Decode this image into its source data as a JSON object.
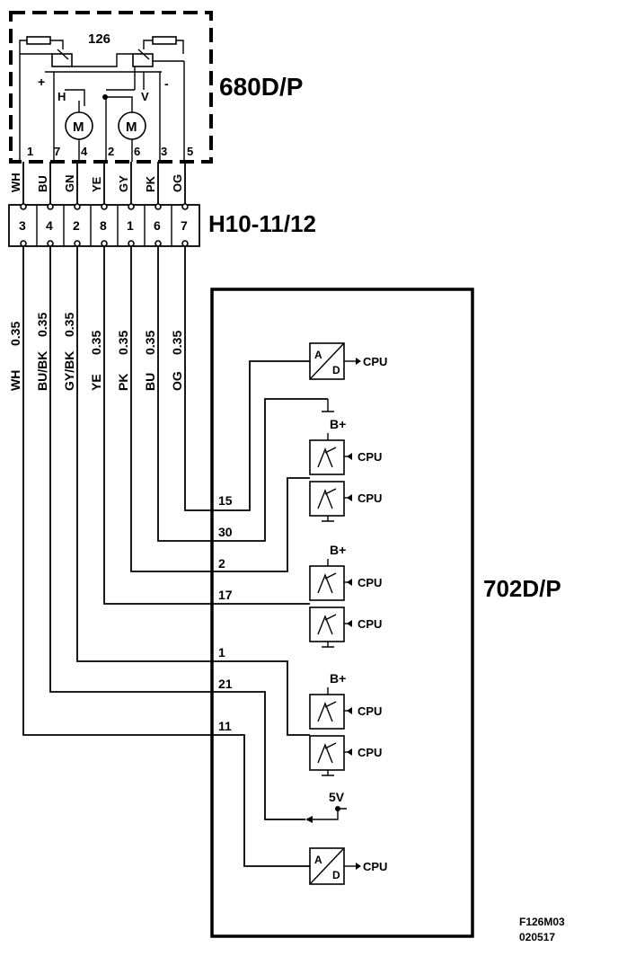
{
  "switch_unit": {
    "label": "680D/P",
    "number": "126",
    "plus": "+",
    "minus": "-",
    "motor_symbol": "M",
    "h_label": "H",
    "v_label": "V",
    "pins": [
      "1",
      "7",
      "4",
      "2",
      "6",
      "3",
      "5"
    ]
  },
  "connector": {
    "label": "H10-11/12",
    "top_colors": [
      "WH",
      "BU",
      "GN",
      "YE",
      "GY",
      "PK",
      "OG"
    ],
    "pins": [
      "3",
      "4",
      "2",
      "8",
      "1",
      "6",
      "7"
    ]
  },
  "wires": [
    {
      "color": "WH",
      "size": "0.35"
    },
    {
      "color": "BU/BK",
      "size": "0.35"
    },
    {
      "color": "GY/BK",
      "size": "0.35"
    },
    {
      "color": "YE",
      "size": "0.35"
    },
    {
      "color": "PK",
      "size": "0.35"
    },
    {
      "color": "BU",
      "size": "0.35"
    },
    {
      "color": "OG",
      "size": "0.35"
    }
  ],
  "module": {
    "label": "702D/P",
    "terminals": [
      "15",
      "30",
      "2",
      "17",
      "1",
      "21",
      "11"
    ],
    "cpu": "CPU",
    "bplus": "B+",
    "five_v": "5V",
    "adc_a": "A",
    "adc_d": "D"
  },
  "figure_code": [
    "F126M03",
    "020517"
  ]
}
